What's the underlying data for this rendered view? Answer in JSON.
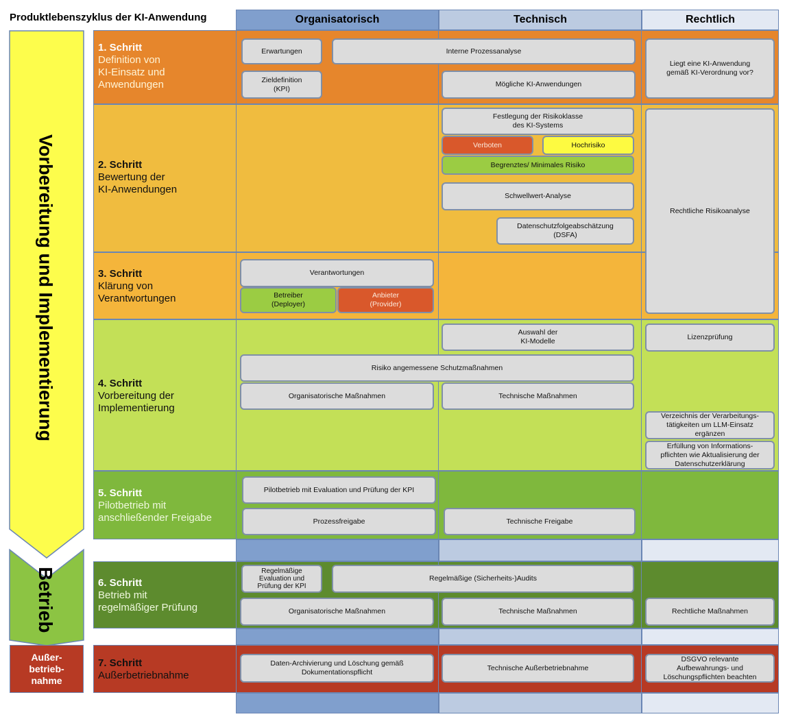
{
  "header": {
    "title": "Produktlebenszyklus der KI-Anwendung",
    "columns": [
      "Organisatorisch",
      "Technisch",
      "Rechtlich"
    ]
  },
  "phases": {
    "prep": "Vorbereitung und Implementierung",
    "operation": "Betrieb",
    "decommission": "Außer-\nbetrieb-\nnahme"
  },
  "colors": {
    "row1": "#e6862c",
    "row2": "#f0bc3f",
    "row3": "#f4b53b",
    "row4": "#c3e057",
    "row5": "#7fb83d",
    "row6": "#5d8b2e",
    "row7": "#b73a24",
    "prep_arrow": "#fdfd4c",
    "operation_arrow": "#8cc443",
    "decommission_box": "#b73a24"
  },
  "steps": [
    {
      "num": "1. Schritt",
      "text": "Definition von\nKI-Einsatz und\nAnwendungen"
    },
    {
      "num": "2. Schritt",
      "text": "Bewertung der\nKI-Anwendungen"
    },
    {
      "num": "3. Schritt",
      "text": "Klärung von\nVerantwortungen"
    },
    {
      "num": "4. Schritt",
      "text": "Vorbereitung der\nImplementierung"
    },
    {
      "num": "5. Schritt",
      "text": "Pilotbetrieb mit\nanschließender Freigabe"
    },
    {
      "num": "6. Schritt",
      "text": "Betrieb mit\nregelmäßiger Prüfung"
    },
    {
      "num": "7. Schritt",
      "text": "Außerbetriebnahme"
    }
  ],
  "boxes": {
    "erwartungen": "Erwartungen",
    "interne_prozessanalyse": "Interne Prozessanalyse",
    "zieldefinition": "Zieldefinition\n(KPI)",
    "moegliche_ki": "Mögliche KI-Anwendungen",
    "liegt_ki_vor": "Liegt eine KI-Anwendung\ngemäß KI-Verordnung vor?",
    "risikoklasse": "Festlegung der Risikoklasse\ndes KI-Systems",
    "verboten": "Verboten",
    "hochrisiko": "Hochrisiko",
    "begrenztes": "Begrenztes/ Minimales Risiko",
    "schwellwert": "Schwellwert-Analyse",
    "dsfa": "Datenschutzfolgeabschätzung\n(DSFA)",
    "rechtliche_risikoanalyse": "Rechtliche Risikoanalyse",
    "verantwortungen": "Verantwortungen",
    "betreiber": "Betreiber\n(Deployer)",
    "anbieter": "Anbieter\n(Provider)",
    "auswahl_modelle": "Auswahl der\nKI-Modelle",
    "lizenzpruefung": "Lizenzprüfung",
    "schutzmassnahmen": "Risiko angemessene Schutzmaßnahmen",
    "org_massnahmen_4": "Organisatorische Maßnahmen",
    "tech_massnahmen_4": "Technische Maßnahmen",
    "verzeichnis": "Verzeichnis der Verarbeitungs-\ntätigkeiten um LLM-Einsatz\nergänzen",
    "informationspflichten": "Erfüllung von Informations-\npflichten wie Aktualisierung der\nDatenschutzerklärung",
    "pilotbetrieb": "Pilotbetrieb mit Evaluation und Prüfung der KPI",
    "prozessfreigabe": "Prozessfreigabe",
    "technische_freigabe": "Technische Freigabe",
    "regel_eval": "Regelmäßige\nEvaluation und\nPrüfung der KPI",
    "audits": "Regelmäßige (Sicherheits-)Audits",
    "org_massnahmen_6": "Organisatorische Maßnahmen",
    "tech_massnahmen_6": "Technische Maßnahmen",
    "recht_massnahmen_6": "Rechtliche Maßnahmen",
    "archivierung": "Daten-Archivierung und Löschung gemäß\nDokumentationspflicht",
    "tech_ausserbetrieb": "Technische Außerbetriebnahme",
    "dsgvo": "DSGVO relevante\nAufbewahrungs- und\nLöschungspflichten beachten"
  }
}
